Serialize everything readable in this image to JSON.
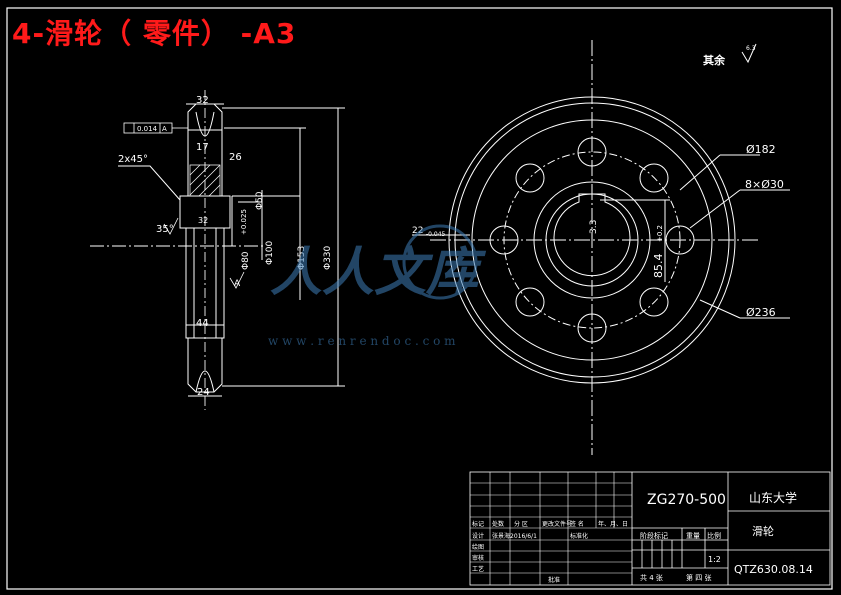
{
  "title": "4-滑轮（  零件） -A3",
  "roughness_note": "其余",
  "roughness_value": "6.3",
  "side_view_dims": {
    "top_width": "32",
    "flatness": "0.014",
    "flatness_ref": "A",
    "width_17": "17",
    "width_26": "26",
    "chamfer": "2x45°",
    "angle": "35°",
    "dim_32": "32",
    "bore": "Φ80",
    "bore_tol": "+0.025",
    "dia_100": "Φ100",
    "dia_153": "Φ153",
    "dia_330": "Φ330",
    "dia_50": "Φ50",
    "hub_44": "44",
    "rim_24": "24",
    "datum": "A"
  },
  "front_view_dims": {
    "d182": "Ø182",
    "holes": "8×Ø30",
    "d236": "Ø236",
    "keyway_width": "22",
    "keyway_tol": "-0.045",
    "key_depth": "85.4",
    "key_depth_tol": "+0.2",
    "key_small": "3.3"
  },
  "watermark": {
    "brand": "人人文库",
    "url": "w w w . r e n r e n d o c . c o m"
  },
  "title_block": {
    "drawing_no_code": "ZG270-500",
    "school": "山东大学",
    "part_name": "滑轮",
    "drawing_number": "QTZ630.08.14",
    "scale": "1:2",
    "stage_label": "阶段标记",
    "weight_label": "重量",
    "scale_label": "比例",
    "sheet_total": "共 4 张",
    "sheet_no": "第 四 张",
    "rev_headers": [
      "标记",
      "处数",
      "分 区",
      "更改文件号",
      "签 名",
      "年、月、日"
    ],
    "rows": [
      "设计",
      "绘图",
      "审核",
      "工艺"
    ],
    "designer": "张景海2016/6/1",
    "standard": "标准化",
    "approved": "批准"
  }
}
